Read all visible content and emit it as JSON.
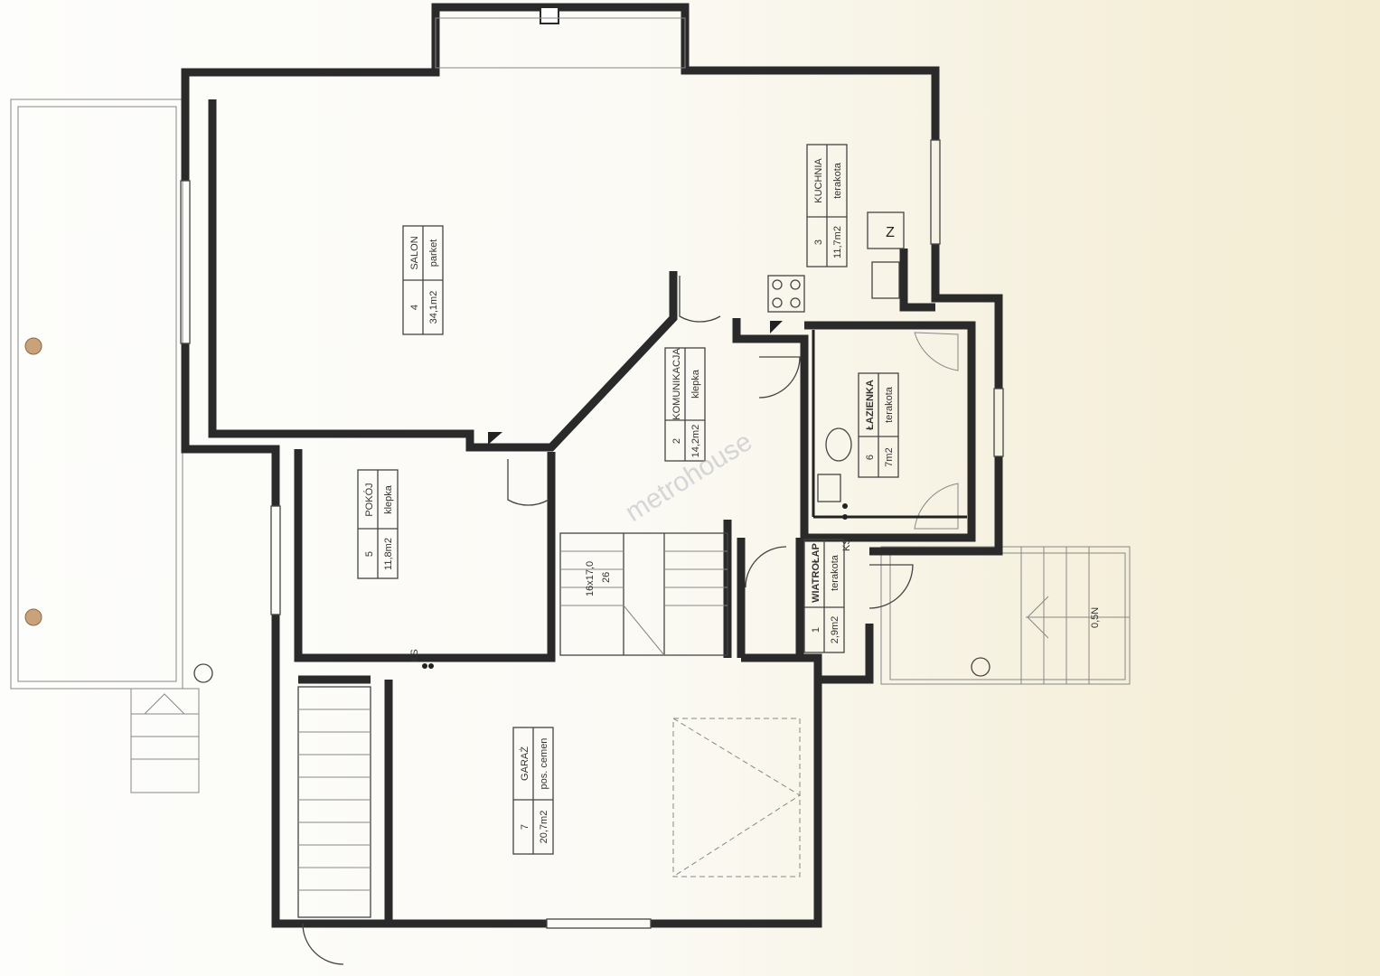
{
  "watermark": "metrohouse",
  "rooms": [
    {
      "number": "4",
      "name": "SALON",
      "area": "34,1m2",
      "floor": "parket"
    },
    {
      "number": "3",
      "name": "KUCHNIA",
      "area": "11,7m2",
      "floor": "terakota"
    },
    {
      "number": "2",
      "name": "KOMUNIKACJA",
      "area": "14,2m2",
      "floor": "klepka"
    },
    {
      "number": "6",
      "name": "ŁAZIENKA",
      "area": "7m2",
      "floor": "terakota"
    },
    {
      "number": "5",
      "name": "POKÓJ",
      "area": "11,8m2",
      "floor": "klepka"
    },
    {
      "number": "1",
      "name": "WIATROŁAP",
      "area": "2,9m2",
      "floor": "terakota"
    },
    {
      "number": "7",
      "name": "GARAŻ",
      "area": "20,7m2",
      "floor": "pos. cemen"
    }
  ],
  "stairs": {
    "size": "16x17,0",
    "count": "26"
  },
  "fridge_mark": "Z",
  "ks_labels": [
    "KS",
    "KS"
  ],
  "outer_stairs_label": "0,5N"
}
